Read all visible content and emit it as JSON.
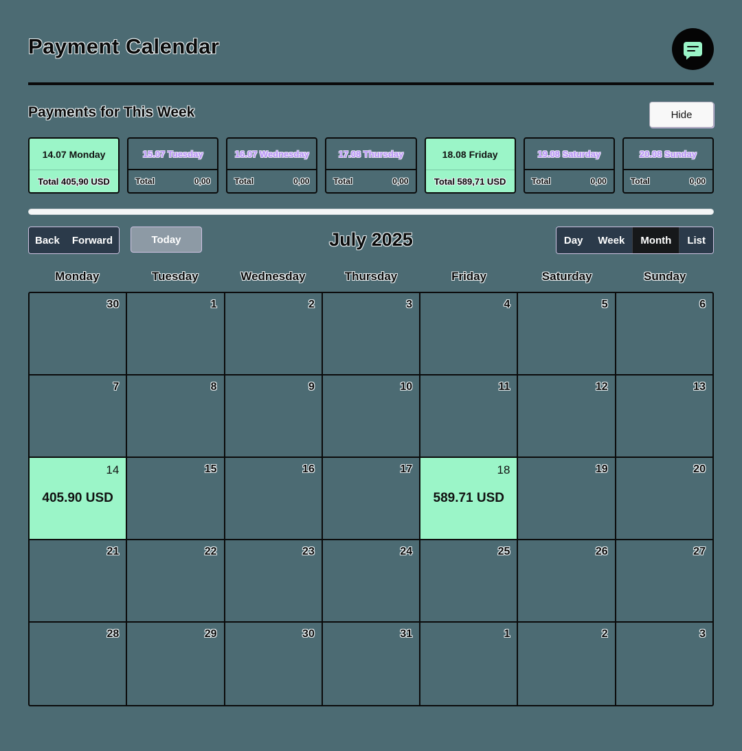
{
  "header": {
    "title": "Payment Calendar",
    "chat_icon": "chat-bubble-icon"
  },
  "week_section": {
    "heading": "Payments for This Week",
    "hide_label": "Hide",
    "days": [
      {
        "date": "14.07 Monday",
        "total_label": "Total 405,90 USD",
        "amount": "",
        "active": true
      },
      {
        "date": "15.07 Tuesday",
        "total_label": "Total",
        "amount": "0,00",
        "active": false
      },
      {
        "date": "16.07 Wednesday",
        "total_label": "Total",
        "amount": "0,00",
        "active": false
      },
      {
        "date": "17.08 Thursday",
        "total_label": "Total",
        "amount": "0,00",
        "active": false
      },
      {
        "date": "18.08 Friday",
        "total_label": "Total 589,71 USD",
        "amount": "",
        "active": true
      },
      {
        "date": "19.08 Saturday",
        "total_label": "Total",
        "amount": "0,00",
        "active": false
      },
      {
        "date": "20.08 Sunday",
        "total_label": "Total",
        "amount": "0,00",
        "active": false
      }
    ]
  },
  "toolbar": {
    "back_label": "Back",
    "forward_label": "Forward",
    "today_label": "Today",
    "month_title": "July 2025",
    "views": [
      {
        "label": "Day",
        "active": false
      },
      {
        "label": "Week",
        "active": false
      },
      {
        "label": "Month",
        "active": true
      },
      {
        "label": "List",
        "active": false
      }
    ]
  },
  "calendar": {
    "weekdays": [
      "Monday",
      "Tuesday",
      "Wednesday",
      "Thursday",
      "Friday",
      "Saturday",
      "Sunday"
    ],
    "weeks": [
      [
        {
          "day": "30",
          "amount": "",
          "active": false
        },
        {
          "day": "1",
          "amount": "",
          "active": false
        },
        {
          "day": "2",
          "amount": "",
          "active": false
        },
        {
          "day": "3",
          "amount": "",
          "active": false
        },
        {
          "day": "4",
          "amount": "",
          "active": false
        },
        {
          "day": "5",
          "amount": "",
          "active": false
        },
        {
          "day": "6",
          "amount": "",
          "active": false
        }
      ],
      [
        {
          "day": "7",
          "amount": "",
          "active": false
        },
        {
          "day": "8",
          "amount": "",
          "active": false
        },
        {
          "day": "9",
          "amount": "",
          "active": false
        },
        {
          "day": "10",
          "amount": "",
          "active": false
        },
        {
          "day": "11",
          "amount": "",
          "active": false
        },
        {
          "day": "12",
          "amount": "",
          "active": false
        },
        {
          "day": "13",
          "amount": "",
          "active": false
        }
      ],
      [
        {
          "day": "14",
          "amount": "405.90 USD",
          "active": true
        },
        {
          "day": "15",
          "amount": "",
          "active": false
        },
        {
          "day": "16",
          "amount": "",
          "active": false
        },
        {
          "day": "17",
          "amount": "",
          "active": false
        },
        {
          "day": "18",
          "amount": "589.71 USD",
          "active": true
        },
        {
          "day": "19",
          "amount": "",
          "active": false
        },
        {
          "day": "20",
          "amount": "",
          "active": false
        }
      ],
      [
        {
          "day": "21",
          "amount": "",
          "active": false
        },
        {
          "day": "22",
          "amount": "",
          "active": false
        },
        {
          "day": "23",
          "amount": "",
          "active": false
        },
        {
          "day": "24",
          "amount": "",
          "active": false
        },
        {
          "day": "25",
          "amount": "",
          "active": false
        },
        {
          "day": "26",
          "amount": "",
          "active": false
        },
        {
          "day": "27",
          "amount": "",
          "active": false
        }
      ],
      [
        {
          "day": "28",
          "amount": "",
          "active": false
        },
        {
          "day": "29",
          "amount": "",
          "active": false
        },
        {
          "day": "30",
          "amount": "",
          "active": false
        },
        {
          "day": "31",
          "amount": "",
          "active": false
        },
        {
          "day": "1",
          "amount": "",
          "active": false
        },
        {
          "day": "2",
          "amount": "",
          "active": false
        },
        {
          "day": "3",
          "amount": "",
          "active": false
        }
      ]
    ]
  },
  "colors": {
    "background": "#4c6b73",
    "accent_mint": "#9bf5c8",
    "accent_violet": "#b794f6",
    "toolbar_dark": "#2b3a4a",
    "active_view": "#16181a"
  }
}
